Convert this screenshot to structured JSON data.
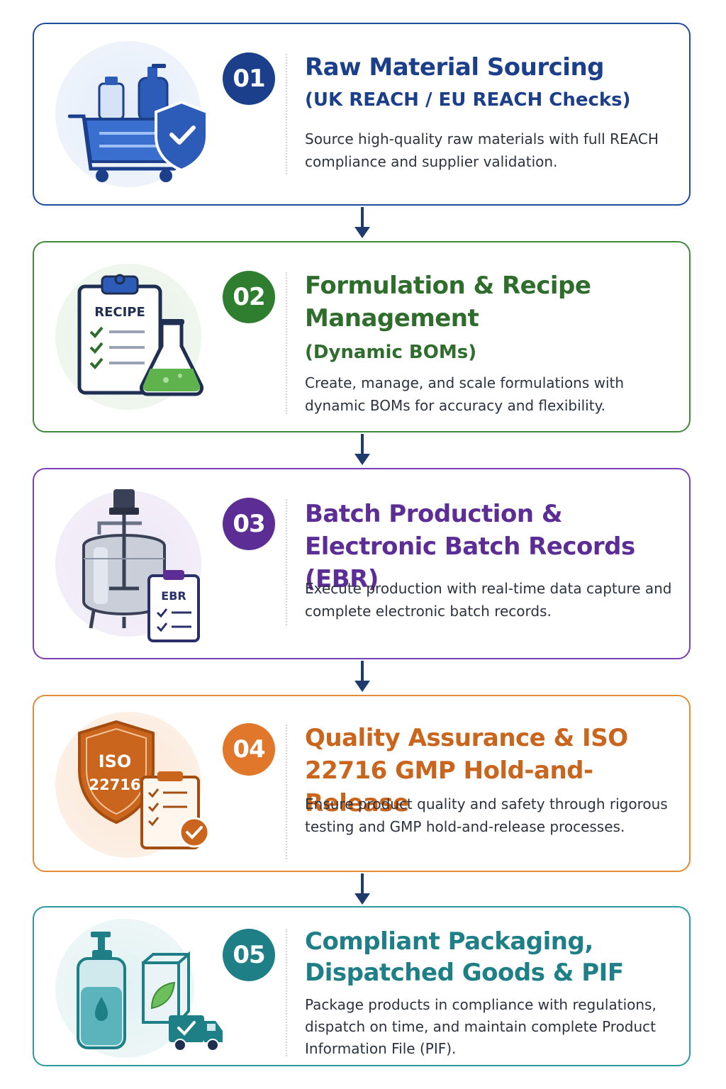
{
  "steps": [
    {
      "number": "01",
      "title": "Raw Material Sourcing",
      "subtitle": "(UK REACH / EU REACH Checks)",
      "description": "Source high-quality raw materials with full REACH compliance and supplier validation.",
      "color": "#1c3f8c",
      "icon": "shopping-cart-shield-icon"
    },
    {
      "number": "02",
      "title": "Formulation & Recipe Management",
      "subtitle": "(Dynamic BOMs)",
      "description": "Create, manage, and scale formulations with dynamic BOMs for accuracy and flexibility.",
      "icon_label": "RECIPE",
      "color": "#2f6d2c",
      "icon": "recipe-clipboard-flask-icon"
    },
    {
      "number": "03",
      "title": "Batch Production & Electronic Batch Records (EBR)",
      "subtitle": "",
      "description": "Execute production with real-time data capture and complete electronic batch records.",
      "icon_label": "EBR",
      "color": "#5b2d95",
      "icon": "mixing-tank-ebr-icon"
    },
    {
      "number": "04",
      "title": "Quality Assurance & ISO 22716 GMP Hold-and-Release",
      "subtitle": "",
      "description": "Ensure product quality and safety through rigorous testing and GMP hold-and-release processes.",
      "icon_label_1": "ISO",
      "icon_label_2": "22716",
      "color": "#c9651c",
      "icon": "iso-shield-checklist-icon"
    },
    {
      "number": "05",
      "title": "Compliant Packaging, Dispatched Goods & PIF",
      "subtitle": "",
      "description": "Package products in compliance with regulations, dispatch on time, and maintain complete Product Information File (PIF).",
      "color": "#1f7f86",
      "icon": "bottle-box-truck-icon"
    }
  ]
}
